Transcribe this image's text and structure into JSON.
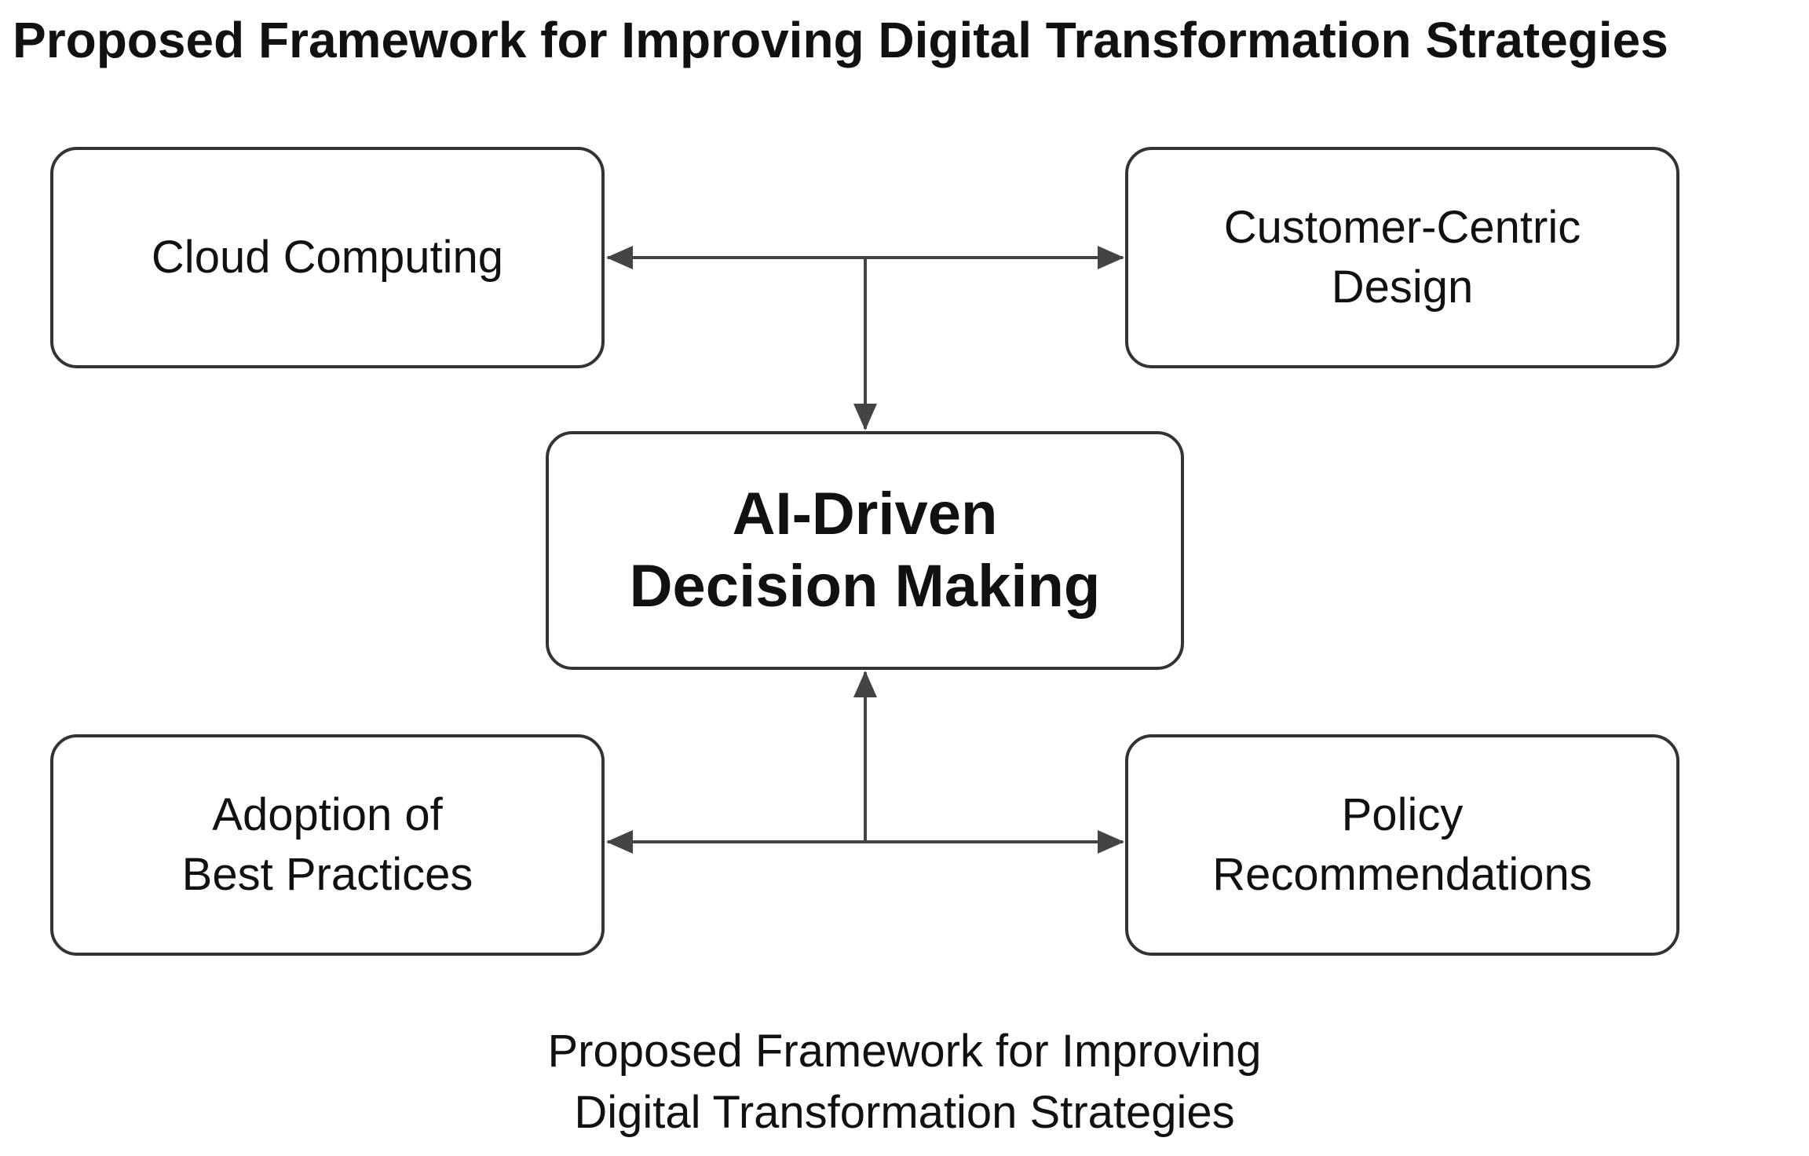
{
  "title": "Proposed Framework for Improving Digital Transformation Strategies",
  "nodes": {
    "cloud_computing": {
      "lines": [
        "Cloud Computing"
      ]
    },
    "customer_centric_design": {
      "lines": [
        "Customer-Centric",
        "Design"
      ]
    },
    "ai_driven_decision_making": {
      "lines": [
        "AI-Driven",
        "Decision Making"
      ]
    },
    "adoption_of_best_practices": {
      "lines": [
        "Adoption of",
        "Best Practices"
      ]
    },
    "policy_recommendations": {
      "lines": [
        "Policy",
        "Recommendations"
      ]
    }
  },
  "caption": {
    "lines": [
      "Proposed Framework for Improving",
      "Digital Transformation Strategies"
    ]
  },
  "colors": {
    "stroke": "#333333",
    "arrow": "#444444",
    "text": "#111111",
    "background": "#ffffff"
  }
}
